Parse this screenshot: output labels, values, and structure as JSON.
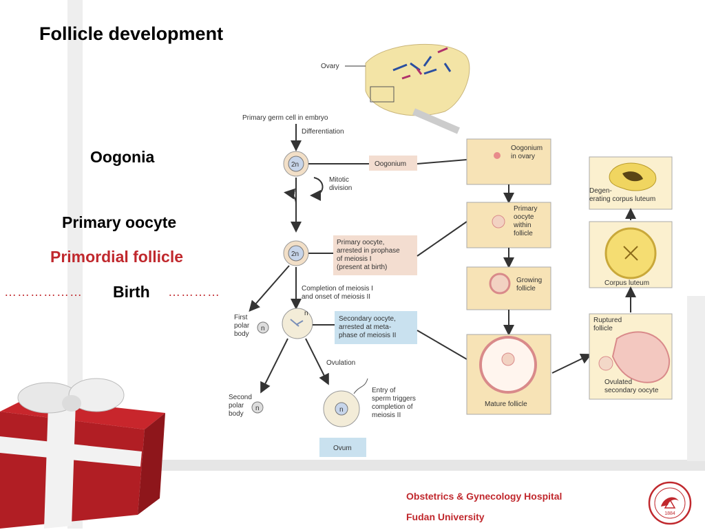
{
  "slide": {
    "title": "Follicle development",
    "labels": {
      "oogonia": "Oogonia",
      "primary_oocyte": "Primary oocyte",
      "primordial_follicle": "Primordial follicle",
      "birth": "Birth",
      "dots_left": "………………",
      "dots_right": "…………"
    },
    "footer": {
      "line1": "Obstetrics & Gynecology Hospital",
      "line2": "Fudan University"
    },
    "logo_text": "1884",
    "colors": {
      "accent_red": "#c0282d",
      "box_tan": "#f3ddd0",
      "box_blue": "#c9e1ef",
      "panel_bg": "#f7e3b6"
    }
  },
  "diagram": {
    "ovary": "Ovary",
    "primary_germ_cell": "Primary germ cell in embryo",
    "differentiation": "Differentiation",
    "cell_2n": "2n",
    "cell_n": "n",
    "oogonium": "Oogonium",
    "mitotic_division": [
      "Mitotic",
      "division"
    ],
    "primary_oocyte_box": [
      "Primary oocyte,",
      "arrested in prophase",
      "of meiosis I",
      "(present at birth)"
    ],
    "completion_meiosis": [
      "Completion of meiosis I",
      "and onset of meiosis II"
    ],
    "first_polar_body": [
      "First",
      "polar",
      "body"
    ],
    "secondary_oocyte_box": [
      "Secondary oocyte,",
      "arrested at meta-",
      "phase of meiosis II"
    ],
    "ovulation": "Ovulation",
    "second_polar_body": [
      "Second",
      "polar",
      "body"
    ],
    "entry_sperm": [
      "Entry of",
      "sperm triggers",
      "completion of",
      "meiosis II"
    ],
    "ovum": "Ovum",
    "oogonium_in_ovary": [
      "Oogonium",
      "in ovary"
    ],
    "primary_oocyte_within_follicle": [
      "Primary",
      "oocyte",
      "within",
      "follicle"
    ],
    "growing_follicle": [
      "Growing",
      "follicle"
    ],
    "mature_follicle": "Mature follicle",
    "degenerating_cl": [
      "Degen-",
      "erating corpus luteum"
    ],
    "corpus_luteum": "Corpus luteum",
    "ruptured_follicle": [
      "Ruptured",
      "follicle"
    ],
    "ovulated_secondary_oocyte": [
      "Ovulated",
      "secondary oocyte"
    ]
  }
}
